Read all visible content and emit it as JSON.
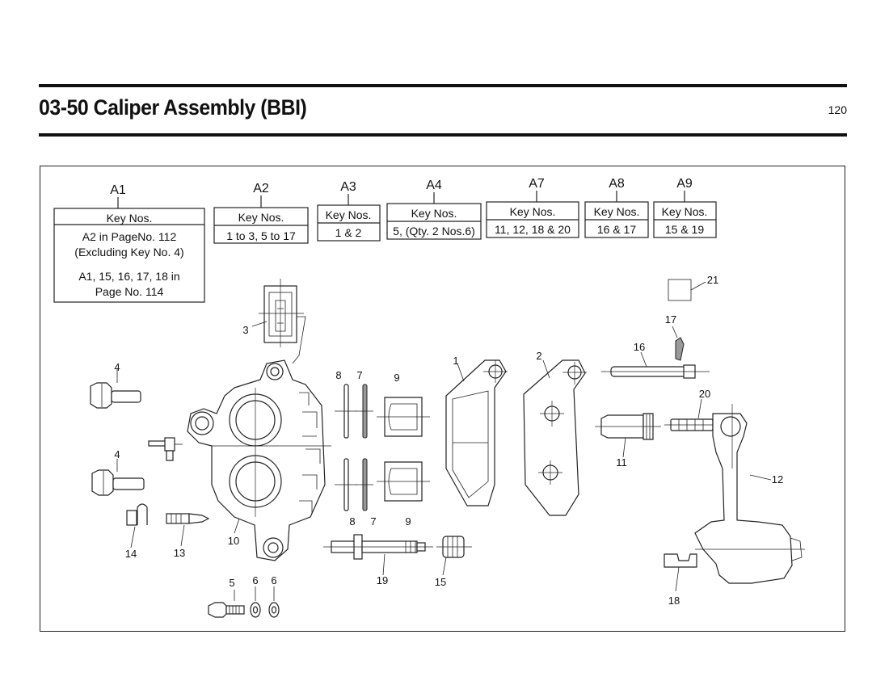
{
  "header": {
    "title": "03-50 Caliper Assembly (BBI)",
    "page_number": "120"
  },
  "kit_groups": [
    {
      "id": "A1",
      "header": "Key Nos.",
      "lines": [
        "A2 in PageNo. 112",
        "(Excluding Key No. 4)",
        "A1, 15, 16, 17, 18 in",
        "Page No. 114"
      ]
    },
    {
      "id": "A2",
      "header": "Key Nos.",
      "lines": [
        "1 to 3, 5 to 17"
      ]
    },
    {
      "id": "A3",
      "header": "Key Nos.",
      "lines": [
        "1 & 2"
      ]
    },
    {
      "id": "A4",
      "header": "Key Nos.",
      "lines": [
        "5, (Qty. 2 Nos.6)"
      ]
    },
    {
      "id": "A7",
      "header": "Key Nos.",
      "lines": [
        "11, 12, 18 & 20"
      ]
    },
    {
      "id": "A8",
      "header": "Key Nos.",
      "lines": [
        "16 & 17"
      ]
    },
    {
      "id": "A9",
      "header": "Key Nos.",
      "lines": [
        "15 & 19"
      ]
    }
  ],
  "callouts": {
    "c1": "1",
    "c2": "2",
    "c3": "3",
    "c4a": "4",
    "c4b": "4",
    "c5": "5",
    "c6a": "6",
    "c6b": "6",
    "c7a": "7",
    "c7b": "7",
    "c8a": "8",
    "c8b": "8",
    "c9a": "9",
    "c9b": "9",
    "c10": "10",
    "c11": "11",
    "c12": "12",
    "c13": "13",
    "c14": "14",
    "c15": "15",
    "c16": "16",
    "c17": "17",
    "c18": "18",
    "c19": "19",
    "c20": "20",
    "c21": "21"
  }
}
